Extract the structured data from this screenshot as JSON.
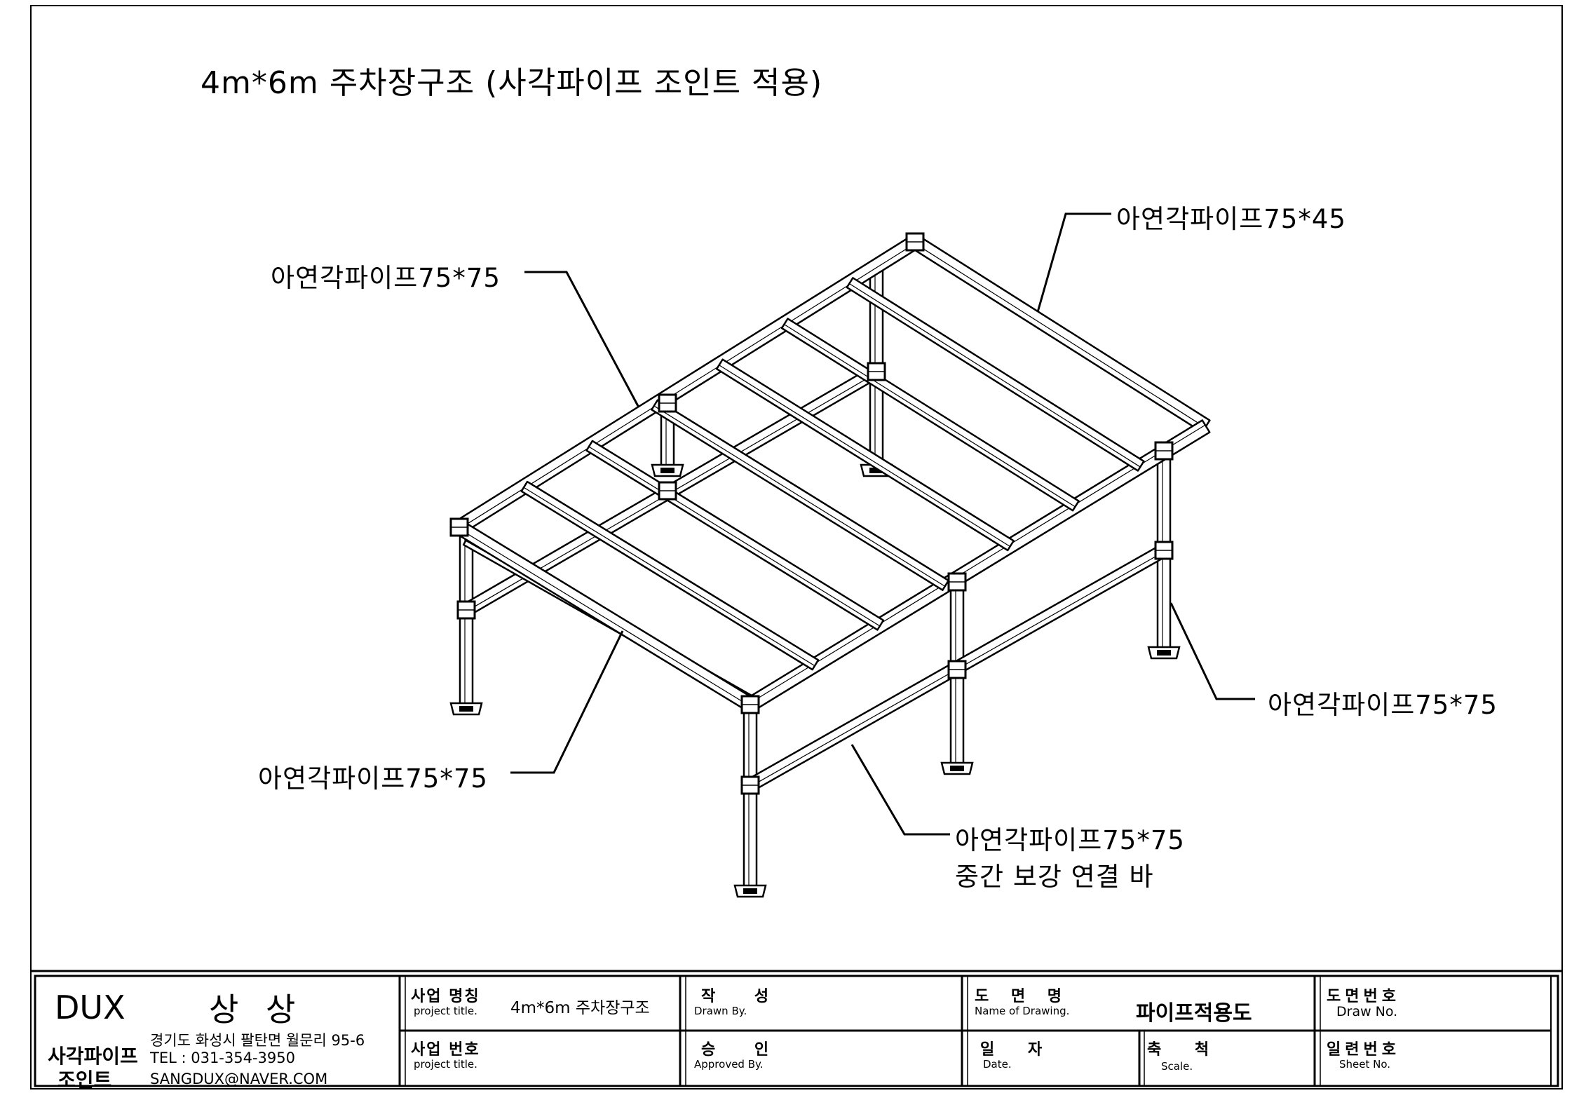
{
  "drawing": {
    "title": "4m*6m 주차장구조 (사각파이프 조인트 적용)",
    "callouts": {
      "top_right": "아연각파이프75*45",
      "top_left": "아연각파이프75*75",
      "right": "아연각파이프75*75",
      "bottom_left": "아연각파이프75*75",
      "bottom_center_line1": "아연각파이프75*75",
      "bottom_center_line2": "중간 보강 연결 바"
    }
  },
  "title_block": {
    "brand": "DUX",
    "company": "상 상",
    "product_line1": "사각파이프",
    "product_line2": "조인트",
    "address": "경기도 화성시 팔탄면 월문리 95-6",
    "tel": "TEL : 031-354-3950",
    "email": "SANGDUX@NAVER.COM",
    "project_name_label": "사업 명칭",
    "project_name_sub": "project title.",
    "project_name_value": "4m*6m 주차장구조",
    "project_no_label": "사업 번호",
    "project_no_sub": "project title.",
    "drawn_label": "작 성",
    "drawn_sub": "Drawn By.",
    "approved_label": "승 인",
    "approved_sub": "Approved By.",
    "drawing_name_label": "도 면 명",
    "drawing_name_sub": "Name of Drawing.",
    "drawing_name_value": "파이프적용도",
    "date_label": "일 자",
    "date_sub": "Date.",
    "scale_label": "축 척",
    "scale_sub": "Scale.",
    "drawing_no_label": "도면번호",
    "drawing_no_sub": "Draw No.",
    "sheet_no_label": "일련번호",
    "sheet_no_sub": "Sheet No."
  }
}
